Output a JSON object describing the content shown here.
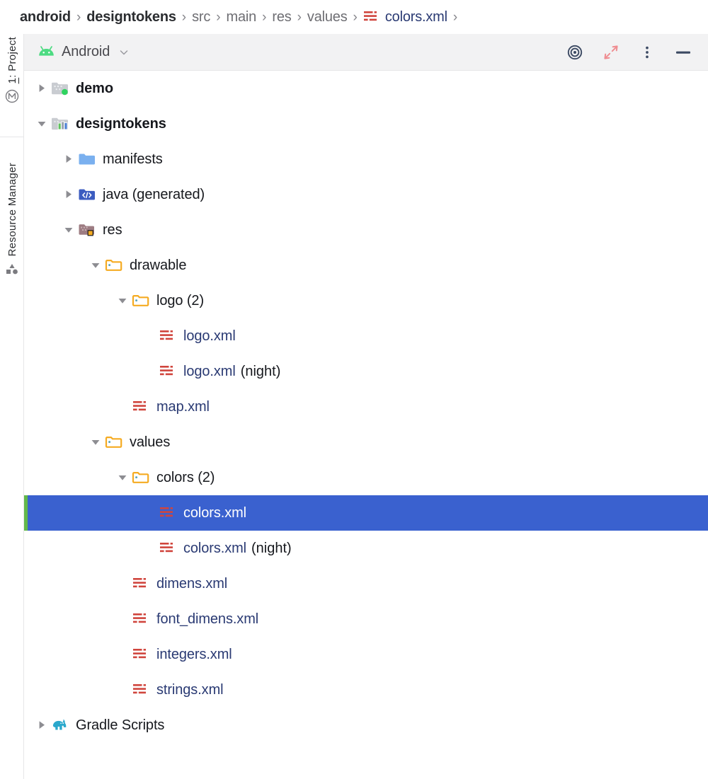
{
  "breadcrumb": {
    "name": "project-breadcrumb",
    "items": [
      {
        "label": "android",
        "style": "bold",
        "icon": null
      },
      {
        "label": "designtokens",
        "style": "bold",
        "icon": null
      },
      {
        "label": "src",
        "style": "plain",
        "icon": null
      },
      {
        "label": "main",
        "style": "plain",
        "icon": null
      },
      {
        "label": "res",
        "style": "plain",
        "icon": null
      },
      {
        "label": "values",
        "style": "plain",
        "icon": null
      },
      {
        "label": "colors.xml",
        "style": "link",
        "icon": "xml-file-icon"
      }
    ],
    "separator": "›",
    "trailing_separator": "›"
  },
  "tool_strip": {
    "buttons": [
      {
        "label_prefix": "1",
        "label_rest": ": Project",
        "icon": "module-circle-icon",
        "active": true
      },
      {
        "label_prefix": "",
        "label_rest": "Resource Manager",
        "icon": "shapes-icon",
        "active": false
      }
    ]
  },
  "toolbar": {
    "view_selector_label": "Android",
    "view_selector_icon": "android-robot-icon",
    "chevron_icon": "chevron-down-icon",
    "actions": [
      {
        "name": "select-opened-file-icon",
        "tooltip": "Select Opened File"
      },
      {
        "name": "collapse-all-icon",
        "tooltip": "Collapse All"
      },
      {
        "name": "more-options-icon",
        "tooltip": "Options"
      },
      {
        "name": "hide-panel-icon",
        "tooltip": "Hide"
      }
    ]
  },
  "colors": {
    "selection_bg": "#3a61cf",
    "selection_marker": "#62b84a",
    "file_link": "#2a3a73",
    "xml_icon": "#d0453d",
    "folder_yellow": "#f5ab22",
    "folder_blue": "#7ab0ef",
    "android_green": "#4ddb82",
    "gradle_teal": "#2aa8cc",
    "toolbar_bg": "#f2f2f3"
  },
  "tree": {
    "name": "project-tree",
    "rows": [
      {
        "id": "demo",
        "label": "demo",
        "qualifier": "",
        "depth": 0,
        "twisty": "collapsed",
        "icon": "module-folder-green-dot-icon",
        "style": "module",
        "selected": false
      },
      {
        "id": "designtokens",
        "label": "designtokens",
        "qualifier": "",
        "depth": 0,
        "twisty": "expanded",
        "icon": "library-module-icon",
        "style": "module",
        "selected": false
      },
      {
        "id": "manifests",
        "label": "manifests",
        "qualifier": "",
        "depth": 1,
        "twisty": "collapsed",
        "icon": "folder-blue-icon",
        "style": "dir",
        "selected": false
      },
      {
        "id": "java-generated",
        "label": "java (generated)",
        "qualifier": "",
        "depth": 1,
        "twisty": "collapsed",
        "icon": "folder-java-code-icon",
        "style": "dir",
        "selected": false
      },
      {
        "id": "res",
        "label": "res",
        "qualifier": "",
        "depth": 1,
        "twisty": "expanded",
        "icon": "res-folder-icon",
        "style": "dir",
        "selected": false
      },
      {
        "id": "drawable",
        "label": "drawable",
        "qualifier": "",
        "depth": 2,
        "twisty": "expanded",
        "icon": "folder-resource-icon",
        "style": "dir",
        "selected": false
      },
      {
        "id": "logo-group",
        "label": "logo (2)",
        "qualifier": "",
        "depth": 3,
        "twisty": "expanded",
        "icon": "folder-resource-icon",
        "style": "dir",
        "selected": false
      },
      {
        "id": "logo-xml",
        "label": "logo.xml",
        "qualifier": "",
        "depth": 4,
        "twisty": "none",
        "icon": "xml-file-icon",
        "style": "file",
        "selected": false
      },
      {
        "id": "logo-xml-night",
        "label": "logo.xml",
        "qualifier": "(night)",
        "depth": 4,
        "twisty": "none",
        "icon": "xml-file-icon",
        "style": "file",
        "selected": false
      },
      {
        "id": "map-xml",
        "label": "map.xml",
        "qualifier": "",
        "depth": 3,
        "twisty": "none",
        "icon": "xml-file-icon",
        "style": "file",
        "selected": false
      },
      {
        "id": "values",
        "label": "values",
        "qualifier": "",
        "depth": 2,
        "twisty": "expanded",
        "icon": "folder-resource-icon",
        "style": "dir",
        "selected": false
      },
      {
        "id": "colors-group",
        "label": "colors (2)",
        "qualifier": "",
        "depth": 3,
        "twisty": "expanded",
        "icon": "folder-resource-icon",
        "style": "dir",
        "selected": false
      },
      {
        "id": "colors-xml",
        "label": "colors.xml",
        "qualifier": "",
        "depth": 4,
        "twisty": "none",
        "icon": "xml-file-icon",
        "style": "file",
        "selected": true
      },
      {
        "id": "colors-xml-night",
        "label": "colors.xml",
        "qualifier": "(night)",
        "depth": 4,
        "twisty": "none",
        "icon": "xml-file-icon",
        "style": "file",
        "selected": false
      },
      {
        "id": "dimens-xml",
        "label": "dimens.xml",
        "qualifier": "",
        "depth": 3,
        "twisty": "none",
        "icon": "xml-file-icon",
        "style": "file",
        "selected": false
      },
      {
        "id": "font-dimens-xml",
        "label": "font_dimens.xml",
        "qualifier": "",
        "depth": 3,
        "twisty": "none",
        "icon": "xml-file-icon",
        "style": "file",
        "selected": false
      },
      {
        "id": "integers-xml",
        "label": "integers.xml",
        "qualifier": "",
        "depth": 3,
        "twisty": "none",
        "icon": "xml-file-icon",
        "style": "file",
        "selected": false
      },
      {
        "id": "strings-xml",
        "label": "strings.xml",
        "qualifier": "",
        "depth": 3,
        "twisty": "none",
        "icon": "xml-file-icon",
        "style": "file",
        "selected": false
      },
      {
        "id": "gradle-scripts",
        "label": "Gradle Scripts",
        "qualifier": "",
        "depth": 0,
        "twisty": "collapsed",
        "icon": "gradle-elephant-icon",
        "style": "dir",
        "selected": false
      }
    ]
  }
}
